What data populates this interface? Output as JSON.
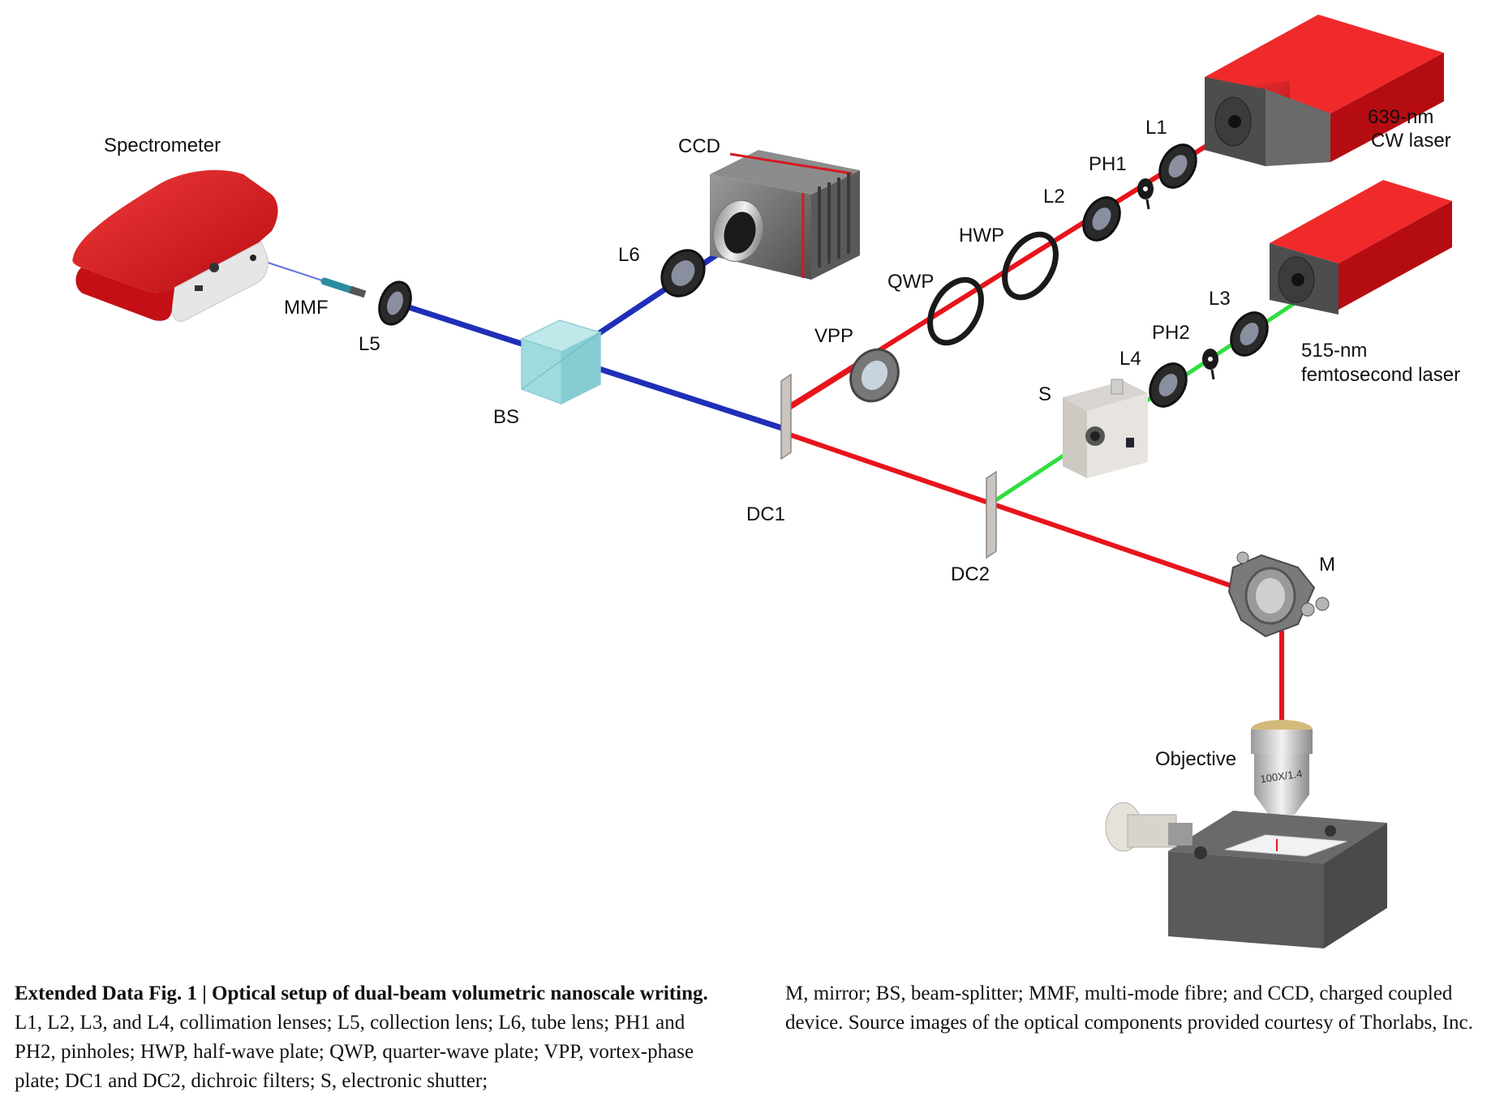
{
  "labels": {
    "spectrometer": "Spectrometer",
    "ccd": "CCD",
    "mmf": "MMF",
    "l5": "L5",
    "l6": "L6",
    "bs": "BS",
    "vpp": "VPP",
    "qwp": "QWP",
    "hwp": "HWP",
    "l2": "L2",
    "ph1": "PH1",
    "l1": "L1",
    "laser639_line1": "639-nm",
    "laser639_line2": "CW laser",
    "l3": "L3",
    "ph2": "PH2",
    "l4": "L4",
    "laser515_line1": "515-nm",
    "laser515_line2": "femtosecond laser",
    "s": "S",
    "dc1": "DC1",
    "dc2": "DC2",
    "m": "M",
    "objective": "Objective",
    "objective_marking": "100X/1.4"
  },
  "caption": {
    "title": "Extended Data Fig. 1 | Optical setup of dual-beam volumetric nanoscale writing.",
    "body_left": "L1, L2, L3, and L4, collimation lenses; L5, collection lens; L6, tube lens; PH1 and PH2, pinholes; HWP, half-wave plate; QWP, quarter-wave plate; VPP, vortex-phase plate; DC1 and DC2, dichroic filters; S, electronic shutter;",
    "body_right": "M, mirror; BS, beam-splitter; MMF, multi-mode fibre; and CCD, charged coupled device. Source images of the optical components provided courtesy of Thorlabs, Inc."
  },
  "colors": {
    "red_beam": "#e8141c",
    "blue_beam": "#1f2fb8",
    "green_beam": "#2ee040",
    "housing_red": "#e3141b",
    "housing_grey": "#6d6d6d"
  }
}
